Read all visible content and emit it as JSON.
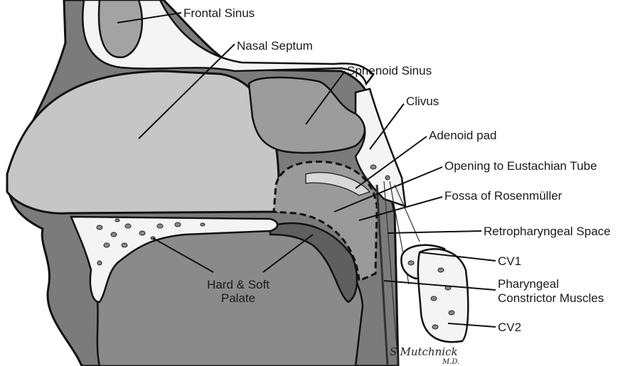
{
  "labels": {
    "frontal_sinus": "Frontal Sinus",
    "nasal_septum": "Nasal Septum",
    "sphenoid_sinus": "Sphenoid Sinus",
    "clivus": "Clivus",
    "adenoid_pad": "Adenoid pad",
    "eustachian": "Opening to Eustachian Tube",
    "rosenmuller": "Fossa of Rosenmüller",
    "retropharyngeal": "Retropharyngeal Space",
    "cv1": "CV1",
    "pharyngeal_1": "Pharyngeal",
    "pharyngeal_2": "Constrictor Muscles",
    "cv2": "CV2",
    "palate_1": "Hard & Soft",
    "palate_2": "Palate"
  },
  "signature": {
    "name": "S.Mutchnick",
    "suffix": "M.D."
  }
}
